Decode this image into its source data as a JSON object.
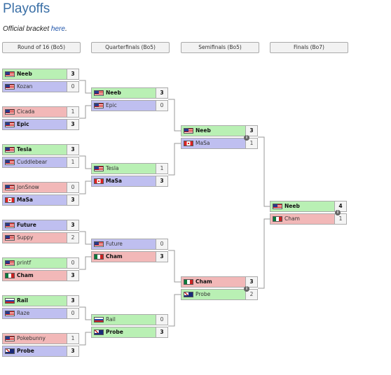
{
  "header": {
    "title": "Playoffs",
    "subtitle_prefix": "Official bracket ",
    "subtitle_link": "here",
    "subtitle_suffix": "."
  },
  "rounds": [
    {
      "label": "Round of 16 (Bo5)"
    },
    {
      "label": "Quarterfinals (Bo5)"
    },
    {
      "label": "Semifinals (Bo5)"
    },
    {
      "label": "Finals (Bo7)"
    }
  ],
  "slots": [
    {
      "player": "Neeb",
      "score": "3",
      "flag": "us",
      "state": "win"
    },
    {
      "player": "Kozan",
      "score": "0",
      "flag": "us",
      "state": "neutral"
    },
    {
      "player": "Cicada",
      "score": "1",
      "flag": "us",
      "state": "lose"
    },
    {
      "player": "Epic",
      "score": "3",
      "flag": "us",
      "state": "neutral"
    },
    {
      "player": "Tesla",
      "score": "3",
      "flag": "us",
      "state": "win"
    },
    {
      "player": "Cuddlebear",
      "score": "1",
      "flag": "us",
      "state": "neutral"
    },
    {
      "player": "JonSnow",
      "score": "0",
      "flag": "us",
      "state": "lose"
    },
    {
      "player": "MaSa",
      "score": "3",
      "flag": "ca",
      "state": "neutral"
    },
    {
      "player": "Future",
      "score": "3",
      "flag": "us",
      "state": "neutral"
    },
    {
      "player": "Suppy",
      "score": "2",
      "flag": "us",
      "state": "lose"
    },
    {
      "player": "printf",
      "score": "0",
      "flag": "us",
      "state": "win"
    },
    {
      "player": "Cham",
      "score": "3",
      "flag": "mx",
      "state": "lose"
    },
    {
      "player": "Rail",
      "score": "3",
      "flag": "ru",
      "state": "win"
    },
    {
      "player": "Raze",
      "score": "0",
      "flag": "us",
      "state": "neutral"
    },
    {
      "player": "Pokebunny",
      "score": "1",
      "flag": "us",
      "state": "lose"
    },
    {
      "player": "Probe",
      "score": "3",
      "flag": "au",
      "state": "neutral"
    },
    {
      "player": "Neeb",
      "score": "3",
      "flag": "us",
      "state": "win"
    },
    {
      "player": "Epic",
      "score": "0",
      "flag": "us",
      "state": "neutral"
    },
    {
      "player": "Tesla",
      "score": "1",
      "flag": "us",
      "state": "win"
    },
    {
      "player": "MaSa",
      "score": "3",
      "flag": "ca",
      "state": "neutral"
    },
    {
      "player": "Future",
      "score": "0",
      "flag": "us",
      "state": "neutral"
    },
    {
      "player": "Cham",
      "score": "3",
      "flag": "mx",
      "state": "lose"
    },
    {
      "player": "Rail",
      "score": "0",
      "flag": "ru",
      "state": "win"
    },
    {
      "player": "Probe",
      "score": "3",
      "flag": "au",
      "state": "win"
    },
    {
      "player": "Neeb",
      "score": "3",
      "flag": "us",
      "state": "win"
    },
    {
      "player": "MaSa",
      "score": "1",
      "flag": "ca",
      "state": "neutral"
    },
    {
      "player": "Cham",
      "score": "3",
      "flag": "mx",
      "state": "lose"
    },
    {
      "player": "Probe",
      "score": "2",
      "flag": "au",
      "state": "win"
    },
    {
      "player": "Neeb",
      "score": "4",
      "flag": "us",
      "state": "win"
    },
    {
      "player": "Cham",
      "score": "1",
      "flag": "mx",
      "state": "lose"
    }
  ],
  "info_icon": "info-icon",
  "colors": {
    "title": "#3a6fa6",
    "win": "#b9f0b4",
    "lose": "#f2b8b8",
    "neutral": "#bfbff0"
  }
}
